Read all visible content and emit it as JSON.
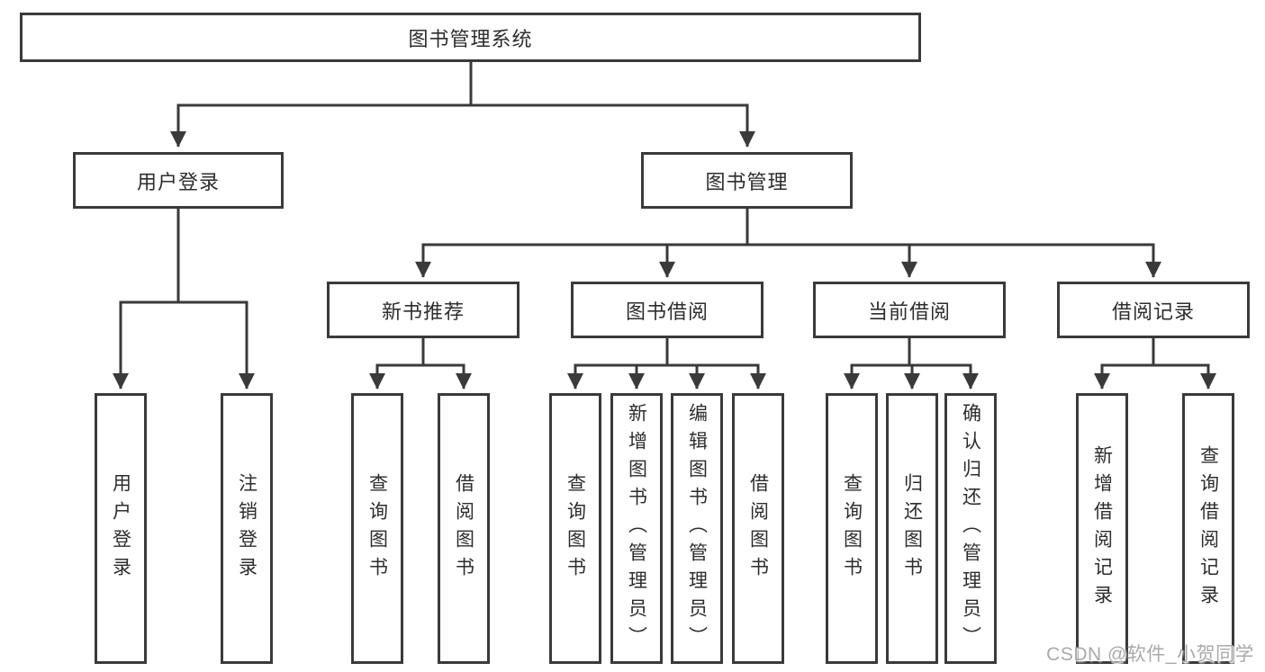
{
  "colors": {
    "line": "#3a3a3a",
    "node_border": "#3a3a3a",
    "node_fill": "#ffffff",
    "text": "#2d2d2d",
    "background": "#ffffff",
    "watermark_color": "#a9a9a9"
  },
  "tree": {
    "label": "图书管理系统",
    "children": [
      {
        "label": "用户登录",
        "children": [
          {
            "label": "用户登录"
          },
          {
            "label": "注销登录"
          }
        ]
      },
      {
        "label": "图书管理",
        "children": [
          {
            "label": "新书推荐",
            "children": [
              {
                "label": "查询图书"
              },
              {
                "label": "借阅图书"
              }
            ]
          },
          {
            "label": "图书借阅",
            "children": [
              {
                "label": "查询图书"
              },
              {
                "label": "新增图书（管理员）"
              },
              {
                "label": "编辑图书（管理员）"
              },
              {
                "label": "借阅图书"
              }
            ]
          },
          {
            "label": "当前借阅",
            "children": [
              {
                "label": "查询图书"
              },
              {
                "label": "归还图书"
              },
              {
                "label": "确认归还（管理员）"
              }
            ]
          },
          {
            "label": "借阅记录",
            "children": [
              {
                "label": "新增借阅记录"
              },
              {
                "label": "查询借阅记录"
              }
            ]
          }
        ]
      }
    ]
  },
  "watermark": {
    "text": "CSDN @软件_小贺同学"
  }
}
